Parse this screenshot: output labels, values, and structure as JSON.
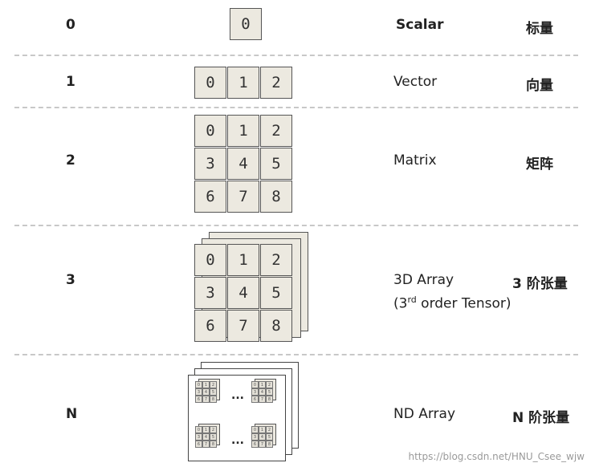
{
  "rows": [
    {
      "rank": "0",
      "name": "Scalar",
      "cn": "标量",
      "cells": [
        "0"
      ]
    },
    {
      "rank": "1",
      "name": "Vector",
      "cn": "向量",
      "cells": [
        "0",
        "1",
        "2"
      ]
    },
    {
      "rank": "2",
      "name": "Matrix",
      "cn": "矩阵",
      "cells": [
        "0",
        "1",
        "2",
        "3",
        "4",
        "5",
        "6",
        "7",
        "8"
      ]
    },
    {
      "rank": "3",
      "name": "3D Array",
      "name2_pre": "(3",
      "name2_sup": "rd",
      "name2_post": " order Tensor)",
      "cn": "3 阶张量",
      "cells": [
        "0",
        "1",
        "2",
        "3",
        "4",
        "5",
        "6",
        "7",
        "8"
      ]
    },
    {
      "rank": "N",
      "name": "ND Array",
      "cn": "N 阶张量",
      "ellipsis": "...",
      "mini_cells": [
        "0",
        "1",
        "2",
        "3",
        "4",
        "5",
        "6",
        "7",
        "8"
      ]
    }
  ],
  "watermark": "https://blog.csdn.net/HNU_Csee_wjw"
}
